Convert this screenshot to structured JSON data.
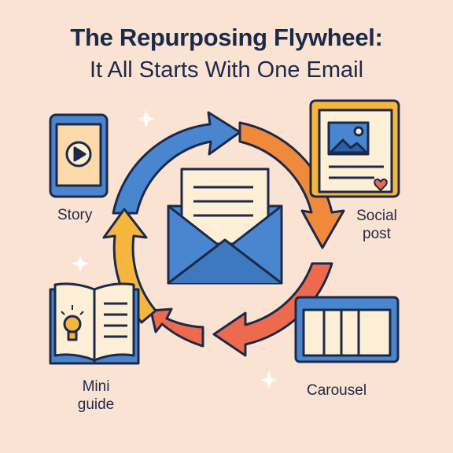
{
  "title": {
    "line1": "The Repurposing Flywheel:",
    "line2": "It All Starts With One Email"
  },
  "labels": {
    "story": "Story",
    "social_post": "Social post",
    "mini_guide": "Mini guide",
    "carousel": "Carousel"
  },
  "colors": {
    "background": "#FBE3D3",
    "navy": "#1B2A4A",
    "blue": "#4A86CF",
    "orange": "#F08A3A",
    "coral": "#EE6A4F",
    "yellow": "#F6B63E",
    "cream": "#FCEFD6"
  },
  "icons": [
    "phone-play-icon",
    "envelope-icon",
    "social-post-icon",
    "open-book-icon",
    "carousel-icon",
    "sparkle-icon"
  ]
}
